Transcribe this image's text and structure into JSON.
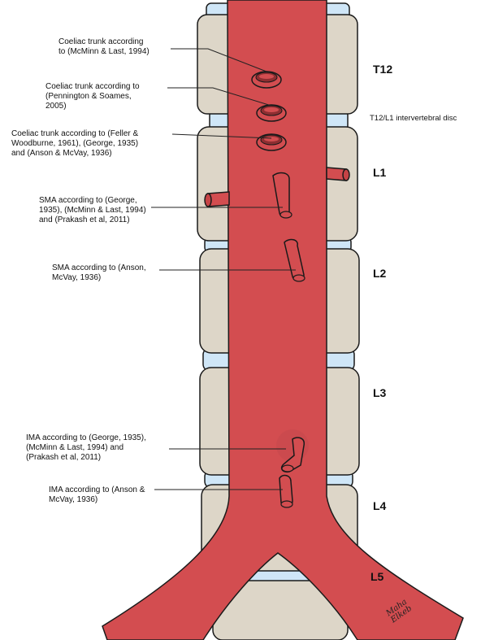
{
  "callouts": {
    "c1": "Coeliac trunk according\nto (McMinn & Last, 1994)",
    "c2": "Coeliac trunk according to\n(Pennington & Soames,\n2005)",
    "c3": "Coeliac trunk according to (Feller &\nWoodburne, 1961), (George, 1935)\nand (Anson & McVay, 1936)",
    "c4": "SMA according to (George,\n1935), (McMinn & Last, 1994)\nand (Prakash et al, 2011)",
    "c5": "SMA according to (Anson,\nMcVay, 1936)",
    "c6": "IMA according to (George, 1935),\n(McMinn & Last, 1994) and\n(Prakash et al, 2011)",
    "c7": "IMA according to (Anson &\nMcVay, 1936)"
  },
  "vertebrae": {
    "t12": "T12",
    "disc": "T12/L1 intervertebral disc",
    "l1": "L1",
    "l2": "L2",
    "l3": "L3",
    "l4": "L4",
    "l5": "L5"
  },
  "signature": "Maha\nElkeb",
  "colors": {
    "aorta": "#d34d50",
    "aorta_stroke": "#1a1a1a",
    "vertebra": "#ddd6c8",
    "disc": "#cfe6f7",
    "background": "#ffffff"
  }
}
